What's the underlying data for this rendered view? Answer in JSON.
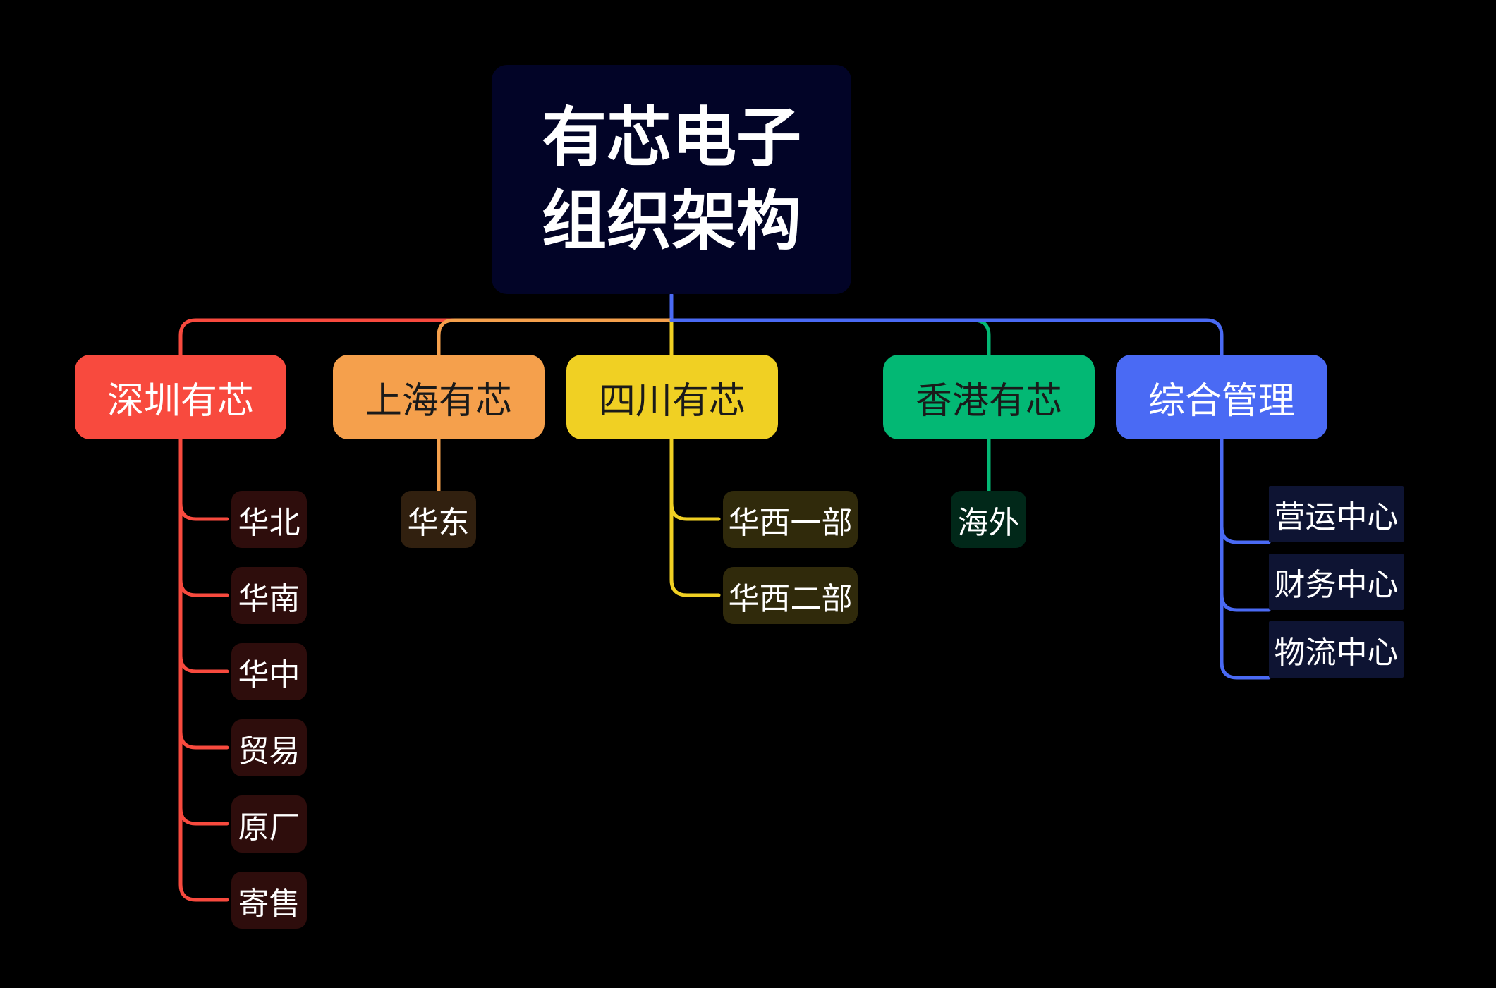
{
  "root": {
    "line1": "有芯电子",
    "line2": "组织架构"
  },
  "branches": [
    {
      "label": "深圳有芯",
      "color": "#f84a3e",
      "text_color": "#ffffff",
      "leaf_bg": "#2e0d0c",
      "leaves": [
        "华北",
        "华南",
        "华中",
        "贸易",
        "原厂",
        "寄售"
      ]
    },
    {
      "label": "上海有芯",
      "color": "#f5a04c",
      "text_color": "#1a1a1a",
      "leaf_bg": "#31200f",
      "leaves": [
        "华东"
      ]
    },
    {
      "label": "四川有芯",
      "color": "#f0d023",
      "text_color": "#1a1a1a",
      "leaf_bg": "#302a0b",
      "leaves": [
        "华西一部",
        "华西二部"
      ]
    },
    {
      "label": "香港有芯",
      "color": "#03b874",
      "text_color": "#1a1a1a",
      "leaf_bg": "#012819",
      "leaves": [
        "海外"
      ]
    },
    {
      "label": "综合管理",
      "color": "#4a6af4",
      "text_color": "#ffffff",
      "leaf_bg": "#0e1433",
      "leaves": [
        "营运中心",
        "财务中心",
        "物流中心"
      ]
    }
  ]
}
